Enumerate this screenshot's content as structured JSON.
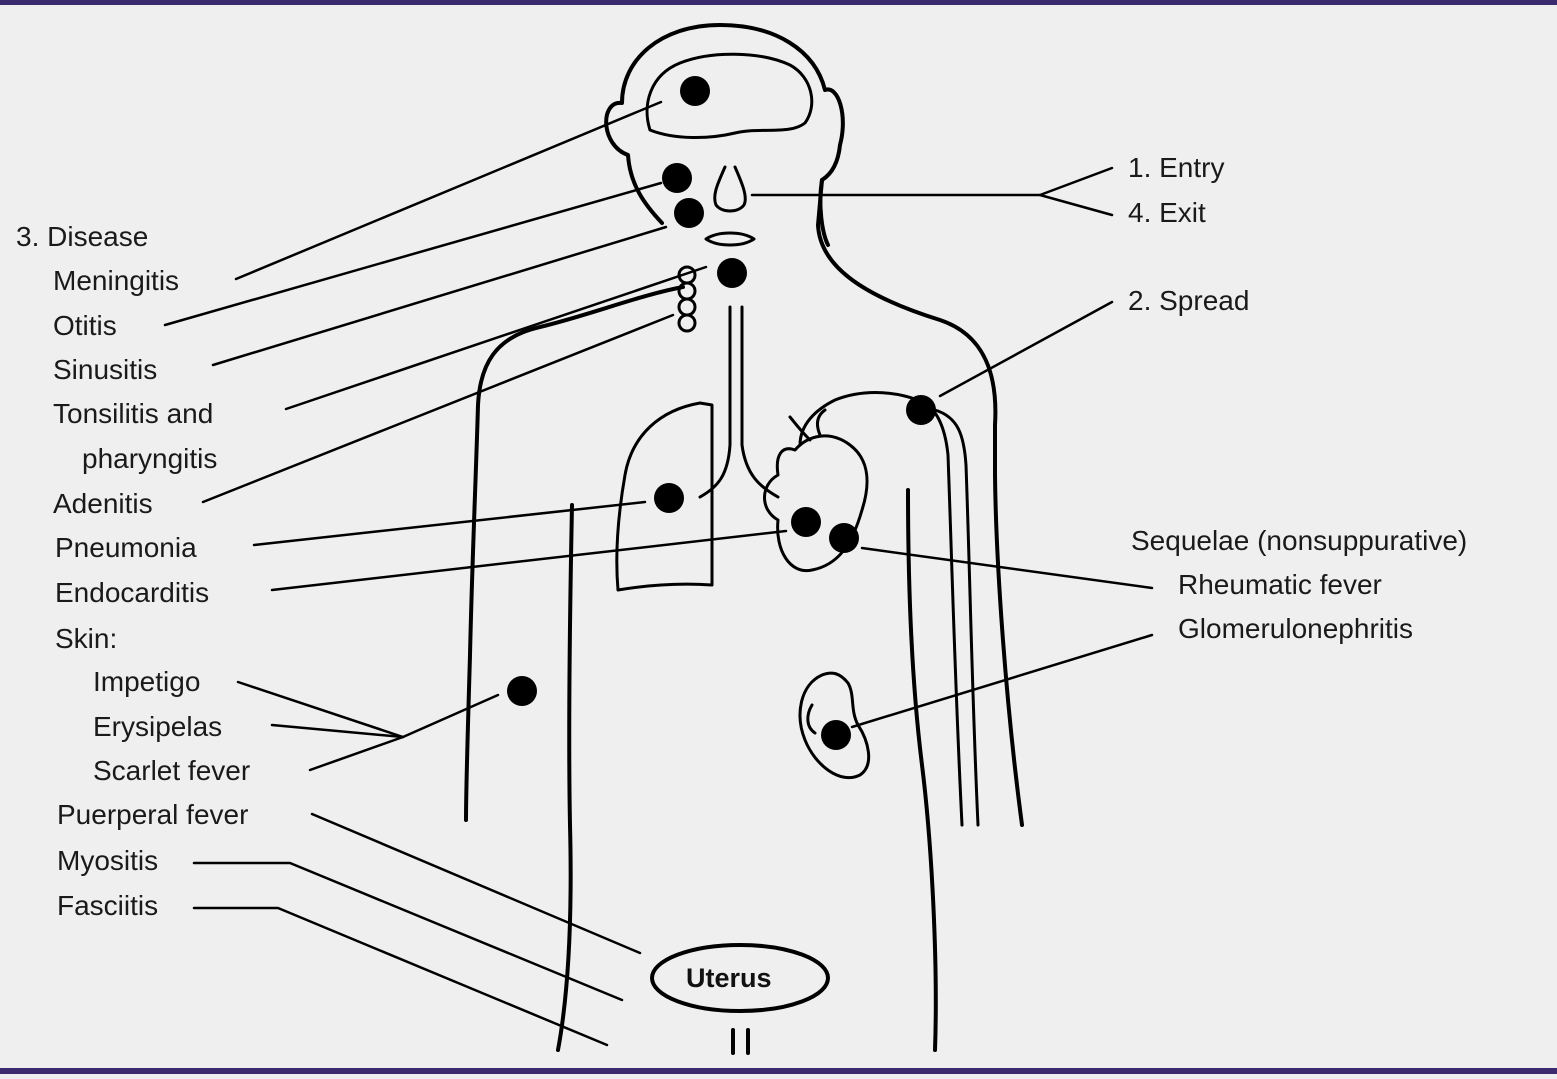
{
  "right_labels": {
    "entry": "1. Entry",
    "exit": "4. Exit",
    "spread": "2. Spread",
    "sequelae": "Sequelae (nonsuppurative)",
    "rheumatic_fever": "Rheumatic fever",
    "glomerulonephritis": "Glomerulonephritis"
  },
  "left_labels": {
    "disease": "3. Disease",
    "meningitis": "Meningitis",
    "otitis": "Otitis",
    "sinusitis": "Sinusitis",
    "tonsilitis": "Tonsilitis and",
    "pharyngitis": "pharyngitis",
    "adenitis": "Adenitis",
    "pneumonia": "Pneumonia",
    "endocarditis": "Endocarditis",
    "skin": "Skin:",
    "impetigo": "Impetigo",
    "erysipelas": "Erysipelas",
    "scarlet_fever": "Scarlet fever",
    "puerperal_fever": "Puerperal fever",
    "myositis": "Myositis",
    "fasciitis": "Fasciitis"
  },
  "uterus_label": "Uterus"
}
